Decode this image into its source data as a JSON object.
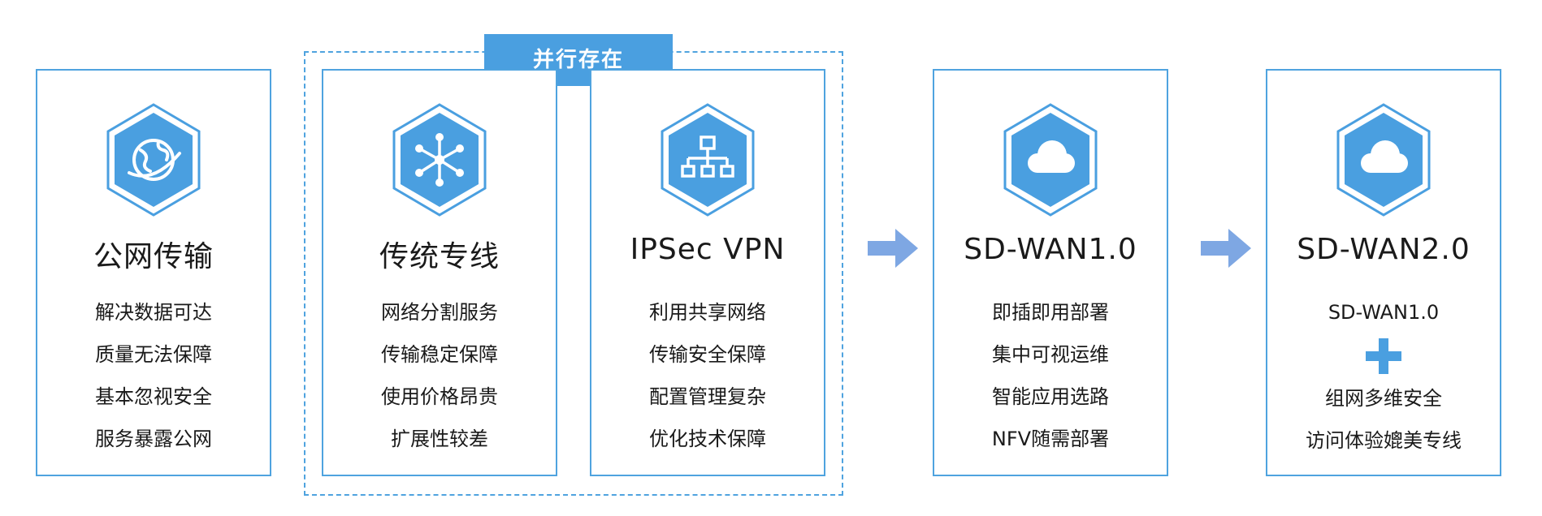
{
  "group_label": "并行存在",
  "cards": [
    {
      "title": "公网传输",
      "icon": "globe-icon",
      "lines": [
        "解决数据可达",
        "质量无法保障",
        "基本忽视安全",
        "服务暴露公网"
      ]
    },
    {
      "title": "传统专线",
      "icon": "network-hub-icon",
      "lines": [
        "网络分割服务",
        "传输稳定保障",
        "使用价格昂贵",
        "扩展性较差"
      ]
    },
    {
      "title": "IPSec VPN",
      "icon": "hierarchy-icon",
      "lines": [
        "利用共享网络",
        "传输安全保障",
        "配置管理复杂",
        "优化技术保障"
      ]
    },
    {
      "title": "SD-WAN1.0",
      "icon": "cloud-icon",
      "lines": [
        "即插即用部署",
        "集中可视运维",
        "智能应用选路",
        "NFV随需部署"
      ]
    },
    {
      "title": "SD-WAN2.0",
      "icon": "cloud-icon",
      "top_line": "SD-WAN1.0",
      "lines": [
        "组网多维安全",
        "访问体验媲美专线"
      ]
    }
  ],
  "colors": {
    "accent": "#4a9fe0",
    "border": "#4fa3df",
    "arrow": "#7ea7e3",
    "plus": "#4a9fe0"
  }
}
